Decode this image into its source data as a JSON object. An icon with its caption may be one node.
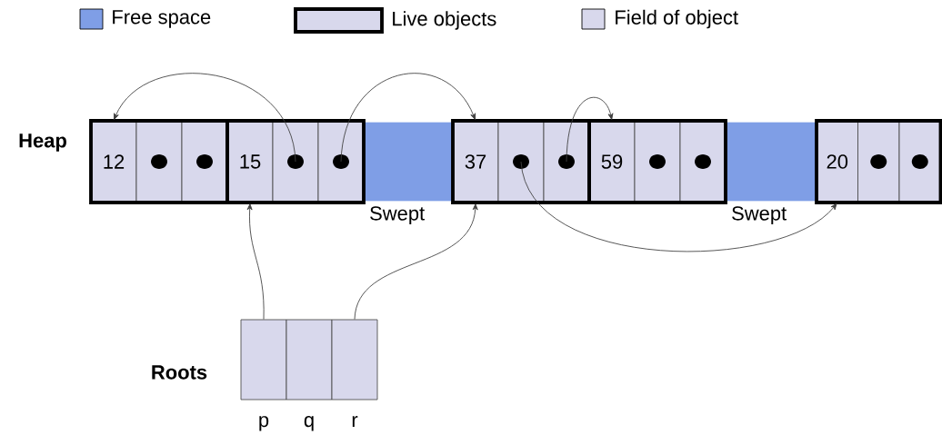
{
  "diagram": {
    "nodes": [
      {
        "text": [],
        "shape": "box"
      },
      {
        "text": [
          "12"
        ],
        "in": 0
      },
      {
        "text": [],
        "shape": "box",
        "in": 0
      },
      {
        "text": [],
        "shape": "box",
        "in": 0
      },
      {
        "text": [],
        "shape": "box"
      },
      {
        "text": [
          "15"
        ],
        "in": 4
      },
      {
        "text": [],
        "shape": "box",
        "in": 4
      },
      {
        "text": [],
        "shape": "box",
        "in": 4
      },
      {
        "text": [],
        "shape": "box",
        "beside": [
          "Swept"
        ]
      },
      {
        "text": [],
        "shape": "box"
      },
      {
        "text": [
          "37"
        ],
        "in": 9
      },
      {
        "text": [],
        "shape": "box",
        "in": 9
      },
      {
        "text": [],
        "shape": "box",
        "in": 9
      },
      {
        "text": [],
        "shape": "box"
      },
      {
        "text": [
          "59"
        ],
        "in": 13
      },
      {
        "text": [],
        "shape": "box",
        "in": 13
      },
      {
        "text": [],
        "shape": "box",
        "in": 13
      },
      {
        "text": [],
        "shape": "box",
        "beside": [
          "Swept"
        ]
      },
      {
        "text": [],
        "shape": "box"
      },
      {
        "text": [
          "20"
        ],
        "in": 18
      },
      {
        "text": [],
        "shape": "box",
        "in": 18
      },
      {
        "text": [],
        "shape": "box",
        "in": 18
      },
      {
        "text": [],
        "shape": "box",
        "beside": [
          "p"
        ]
      },
      {
        "text": [],
        "shape": "box",
        "beside": [
          "q"
        ]
      },
      {
        "text": [],
        "shape": "box",
        "beside": [
          "r"
        ]
      }
    ],
    "edges": [
      {
        "from": 6,
        "to": 1,
        "arrow": "to"
      },
      {
        "from": 7,
        "to": 10,
        "arrow": "to"
      },
      {
        "from": 12,
        "to": 14,
        "arrow": "to"
      },
      {
        "from": 11,
        "to": 19,
        "arrow": "to"
      },
      {
        "from": 22,
        "to": 5,
        "arrow": "to"
      },
      {
        "from": 24,
        "to": 10,
        "arrow": "to"
      }
    ],
    "labels": [
      "Heap",
      "Roots"
    ],
    "legend": [
      {
        "text": "Free space",
        "color": "#7f9ee6"
      },
      {
        "text": "Live objects",
        "color": "#d8d8ec"
      },
      {
        "text": "Field of object",
        "color": "#d8d8ec"
      }
    ]
  }
}
